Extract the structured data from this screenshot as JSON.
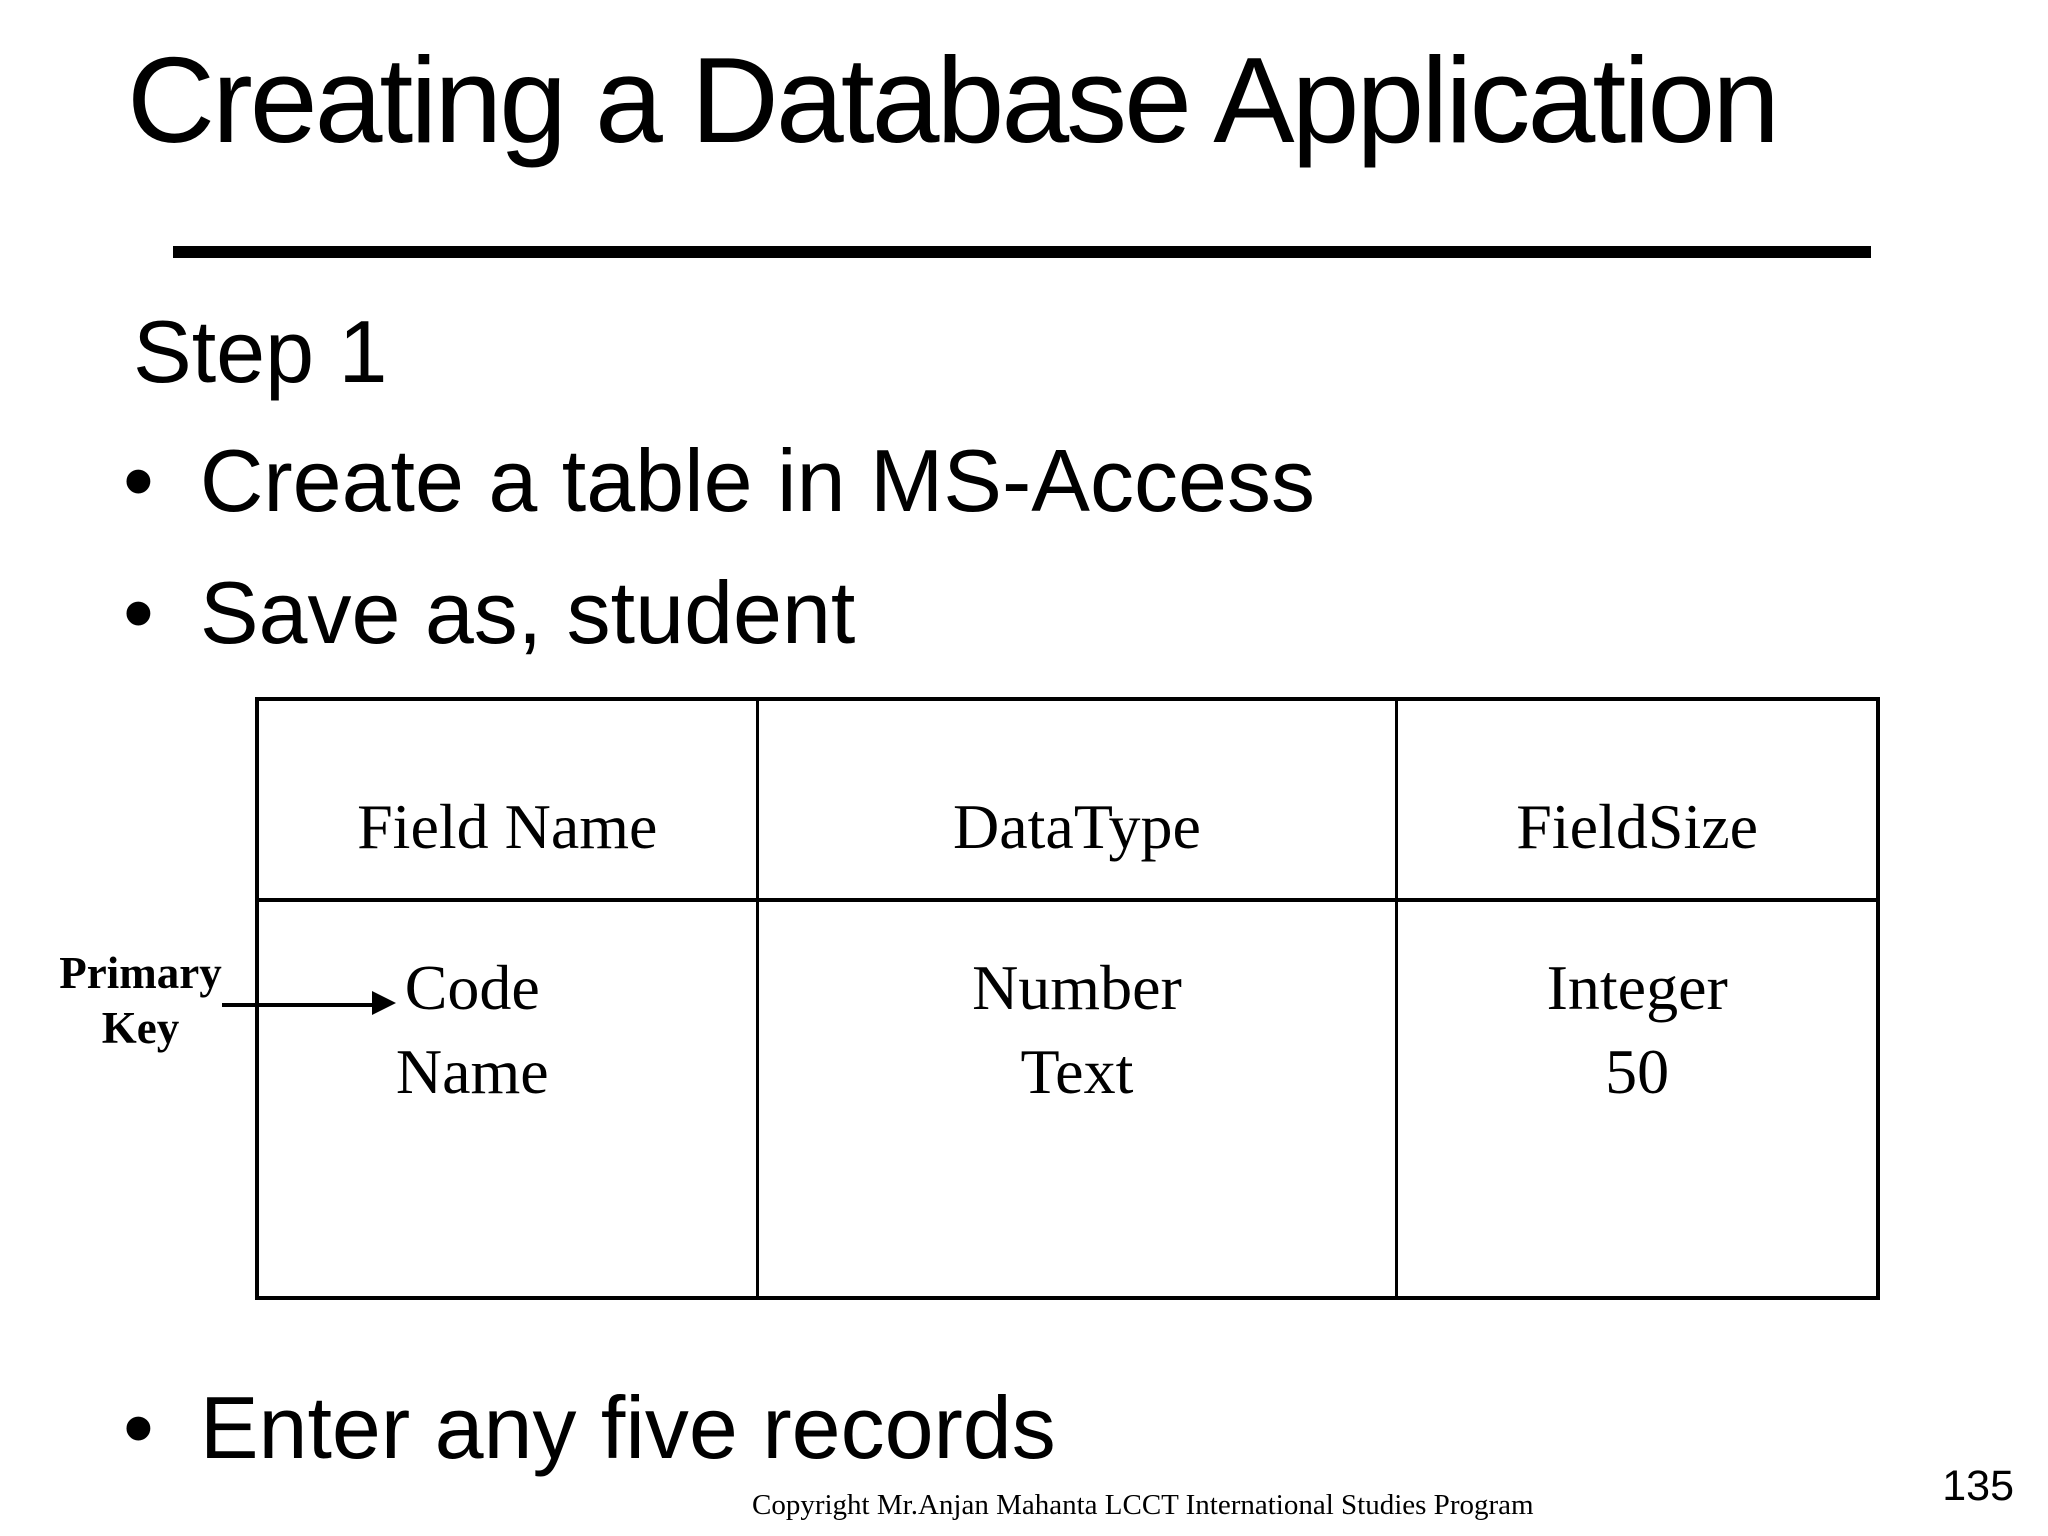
{
  "slide": {
    "title": "Creating a Database Application",
    "step_heading": "Step 1",
    "bullet_char": "•",
    "bullets": [
      "Create a table in MS-Access",
      "Save as, student",
      "Enter any five records"
    ],
    "table": {
      "headers": [
        "Field Name",
        "DataType",
        "FieldSize"
      ],
      "rows": [
        [
          "Code",
          "Number",
          "Integer"
        ],
        [
          "Name",
          "Text",
          "50"
        ]
      ]
    },
    "primary_key": [
      "Primary",
      "Key"
    ],
    "footer": "Copyright Mr.Anjan Mahanta LCCT International Studies Program",
    "page_number": "135",
    "colors": {
      "background": "#ffffff",
      "text": "#000000"
    }
  }
}
